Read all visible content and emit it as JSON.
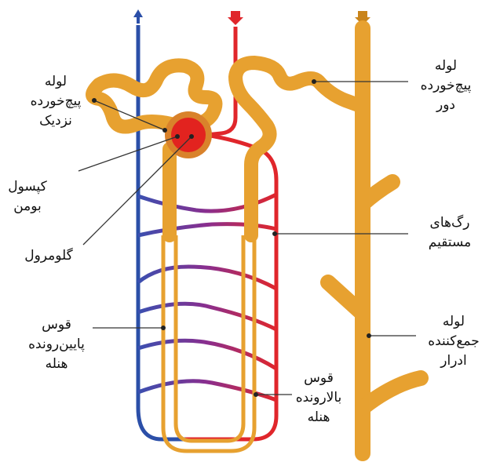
{
  "labels": {
    "pct": [
      "لوله",
      "پیچ‌خورده",
      "نزدیک"
    ],
    "dct": [
      "لوله",
      "پیچ‌خورده",
      "دور"
    ],
    "bowman": [
      "کپسول",
      "بومن"
    ],
    "glomerulus": [
      "گلومرول"
    ],
    "vasa_recta": [
      "رگ‌های",
      "مستقیم"
    ],
    "descending": [
      "قوس",
      "پایین‌رونده",
      "هنله"
    ],
    "collecting": [
      "لوله",
      "جمع‌کننده",
      "ادرار"
    ],
    "ascending": [
      "قوس",
      "بالارونده",
      "هنله"
    ]
  },
  "colors": {
    "tubule": "#E7A130",
    "tubule_edge": "#C9841A",
    "vein": "#2B4FA8",
    "artery": "#E0262B",
    "glomerulus": "#E2231F",
    "capsule": "#D9822B",
    "leader": "#333333"
  },
  "icons": {
    "vein_arrow": "up-arrow-icon",
    "artery_arrow": "down-arrow-icon",
    "tubule_arrow": "down-arrow-icon"
  }
}
